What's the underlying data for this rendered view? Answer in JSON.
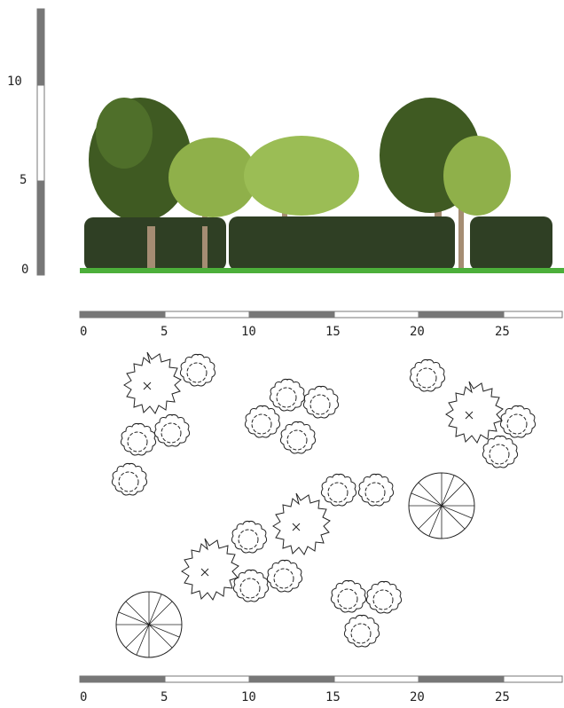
{
  "vertical_scale": {
    "labels": [
      "10",
      "5",
      "0"
    ],
    "segment_colors": [
      "#777777",
      "#ffffff",
      "#777777",
      "#ffffff"
    ]
  },
  "horizontal_scale": {
    "labels": [
      "0",
      "5",
      "10",
      "15",
      "20",
      "25"
    ],
    "segment_colors": [
      "#777777",
      "#ffffff",
      "#777777",
      "#ffffff",
      "#777777",
      "#ffffff"
    ]
  },
  "elevation": {
    "ground_color": "#4caf3a",
    "hedge_color": "#2f3f24",
    "tree_dark_color": "#3f5a22",
    "tree_light_color": "#8fb04a",
    "trunk_color": "#a58d73"
  },
  "plan_symbols": [
    "shrub-symbol",
    "tree-symbol-x",
    "tree-symbol-radial"
  ]
}
